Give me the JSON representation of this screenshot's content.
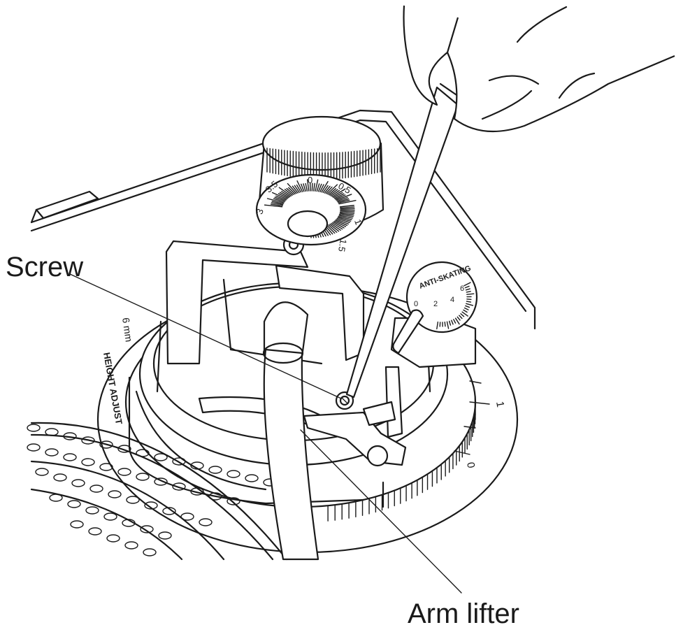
{
  "callouts": {
    "screw": "Screw",
    "arm_lifter": "Arm lifter"
  },
  "counterweight_dial": {
    "ticks": [
      "3.5",
      "0",
      "0.5",
      "3",
      "1",
      "1.5"
    ]
  },
  "anti_skating_dial": {
    "title": "ANTI-SKATING",
    "ticks": [
      "0",
      "2",
      "4",
      "6"
    ]
  },
  "height_scale": {
    "label": "HEIGHT ADJUST",
    "unit_label": "6 mm",
    "ticks": [
      "1",
      "0"
    ]
  }
}
